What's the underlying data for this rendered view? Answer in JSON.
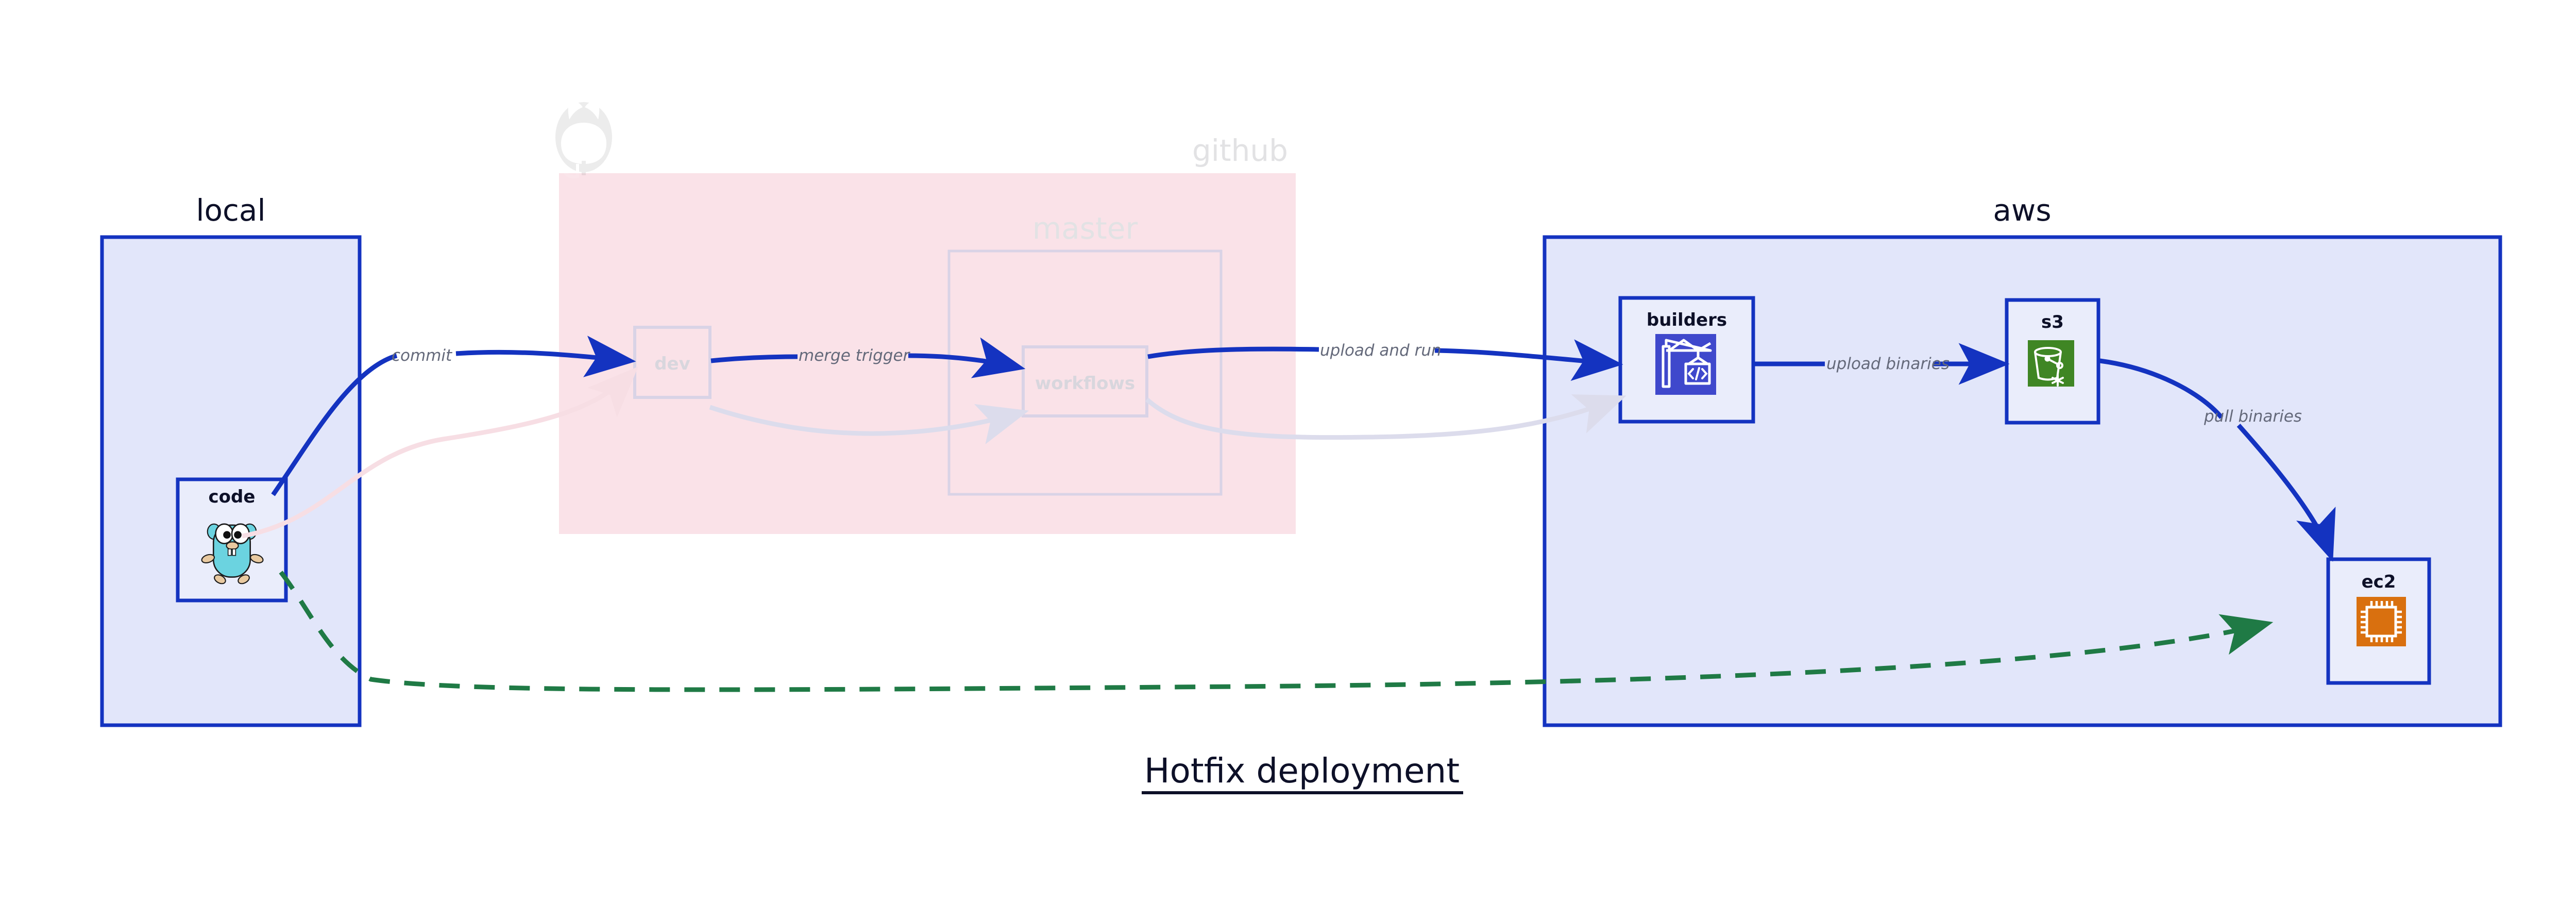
{
  "title": "Hotfix deployment",
  "colors": {
    "group_blue_border": "#1433c0",
    "group_blue_fill": "#e2e6fa",
    "group_pink_fill": "#fae2e8",
    "edge_blue": "#1433c0",
    "edge_green": "#1f7a45",
    "faded_border": "#dcd7e6",
    "label_grey": "#64697a",
    "title_navy": "#0d1028",
    "builders_icon": "#3f48cc",
    "s3_icon": "#3f8624",
    "ec2_icon": "#d9700f",
    "gopher_body": "#6bd3e0"
  },
  "groups": [
    {
      "id": "local",
      "label": "local",
      "faded": false,
      "nodes": [
        {
          "id": "code",
          "label": "code",
          "icon": "go-gopher-icon",
          "faded": false
        }
      ]
    },
    {
      "id": "github",
      "label": "github",
      "faded": true,
      "logo": "github-octocat-icon",
      "nodes": [
        {
          "id": "dev",
          "label": "dev",
          "icon": "none",
          "faded": true
        },
        {
          "id": "master",
          "label": "master",
          "icon": "none",
          "faded": true
        },
        {
          "id": "workflows",
          "label": "workflows",
          "icon": "none",
          "faded": true
        }
      ]
    },
    {
      "id": "aws",
      "label": "aws",
      "faded": false,
      "nodes": [
        {
          "id": "builders",
          "label": "builders",
          "icon": "aws-codebuild-crane-icon",
          "faded": false
        },
        {
          "id": "s3",
          "label": "s3",
          "icon": "aws-s3-bucket-icon",
          "faded": false
        },
        {
          "id": "ec2",
          "label": "ec2",
          "icon": "aws-ec2-chip-icon",
          "faded": false
        }
      ]
    }
  ],
  "edges": [
    {
      "id": "commit",
      "label": "commit",
      "from": "code",
      "to": "dev",
      "style": "solid-blue"
    },
    {
      "id": "merge-trigger",
      "label": "merge trigger",
      "from": "dev",
      "to": "workflows",
      "style": "solid-blue"
    },
    {
      "id": "upload-and-run",
      "label": "upload and run",
      "from": "workflows",
      "to": "builders",
      "style": "solid-blue"
    },
    {
      "id": "upload-binaries",
      "label": "upload binaries",
      "from": "builders",
      "to": "s3",
      "style": "solid-blue"
    },
    {
      "id": "pull-binaries",
      "label": "pull binaries",
      "from": "s3",
      "to": "ec2",
      "style": "solid-blue"
    },
    {
      "id": "hotfix-direct",
      "label": "",
      "from": "code",
      "to": "ec2",
      "style": "dashed-green"
    }
  ]
}
